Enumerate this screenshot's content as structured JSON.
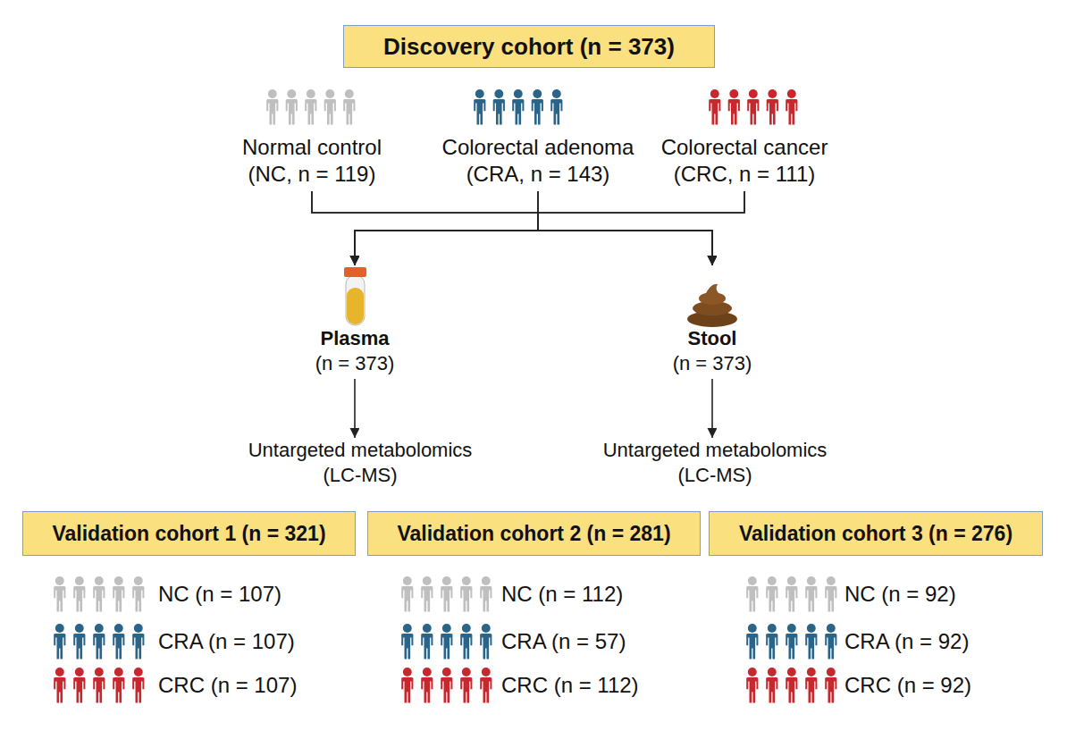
{
  "diagram": {
    "nodes": [
      {
        "text": [
          "Discovery cohort (n = 373)"
        ]
      },
      {
        "text": [
          "Normal control (NC, n = 119)"
        ]
      },
      {
        "text": [
          "Colorectal adenoma (CRA, n = 143)"
        ]
      },
      {
        "text": [
          "Colorectal cancer (CRC, n = 111)"
        ]
      },
      {
        "text": [
          "Plasma",
          "(n = 373)"
        ]
      },
      {
        "text": [
          "Stool",
          "(n = 373)"
        ]
      },
      {
        "text": [
          "Untargeted metabolomics (LC-MS)"
        ]
      },
      {
        "text": [
          "Untargeted metabolomics (LC-MS)"
        ]
      },
      {
        "text": [
          "Validation cohort 1 (n = 321)"
        ]
      },
      {
        "text": [
          "Validation cohort 2 (n = 281)"
        ]
      },
      {
        "text": [
          "Validation cohort 3 (n = 276)"
        ]
      }
    ],
    "edges": [
      {
        "from": 1,
        "to": 4,
        "arrow": "to"
      },
      {
        "from": 1,
        "to": 5,
        "arrow": "to"
      },
      {
        "from": 2,
        "to": 4,
        "arrow": "to"
      },
      {
        "from": 2,
        "to": 5,
        "arrow": "to"
      },
      {
        "from": 3,
        "to": 4,
        "arrow": "to"
      },
      {
        "from": 3,
        "to": 5,
        "arrow": "to"
      },
      {
        "from": 4,
        "to": 6,
        "arrow": "to"
      },
      {
        "from": 5,
        "to": 7,
        "arrow": "to"
      }
    ],
    "labels": [
      "NC (n = 107)",
      "CRA (n = 107)",
      "CRC (n = 107)",
      "NC (n = 112)",
      "CRA (n = 57)",
      "CRC (n = 112)",
      "NC (n = 92)",
      "CRA (n = 92)",
      "CRC (n = 92)"
    ]
  }
}
